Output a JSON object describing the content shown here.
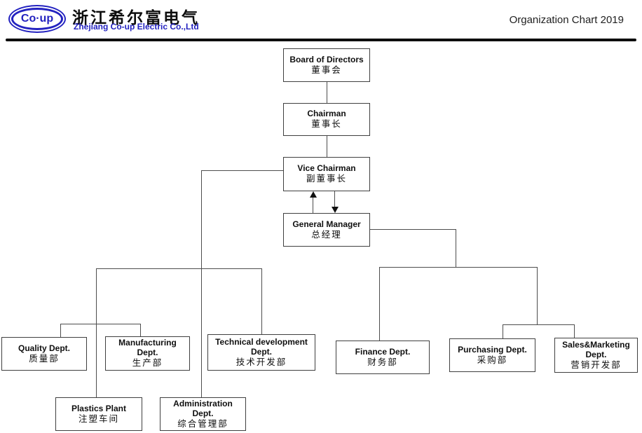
{
  "header": {
    "logo_text": "Co·up",
    "company_name_cn": "浙江希尔富电气",
    "company_name_en": "Zhejiang Co-up Electric Co.,Ltd",
    "page_title": "Organization Chart 2019"
  },
  "colors": {
    "brand_blue": "#2322c0",
    "connector_gray": "#4d4d4d",
    "box_border": "#3f3f3f",
    "divider_black": "#0d0d0d"
  },
  "chart": {
    "type": "org-chart",
    "nodes": [
      {
        "id": "board",
        "en": "Board of Directors",
        "cn": "董事会",
        "reports_to": null
      },
      {
        "id": "chairman",
        "en": "Chairman",
        "cn": "董事长",
        "reports_to": "board"
      },
      {
        "id": "vice_chairman",
        "en": "Vice Chairman",
        "cn": "副董事长",
        "reports_to": "chairman"
      },
      {
        "id": "general_manager",
        "en": "General Manager",
        "cn": "总经理",
        "reports_to": "vice_chairman",
        "two_way_arrow_with": "vice_chairman"
      },
      {
        "id": "quality",
        "en": "Quality Dept.",
        "cn": "质量部",
        "reports_to": "vice_chairman"
      },
      {
        "id": "manufacturing",
        "en": "Manufacturing Dept.",
        "cn": "生产部",
        "reports_to": "vice_chairman"
      },
      {
        "id": "technical",
        "en": "Technical development Dept.",
        "cn": "技术开发部",
        "reports_to": "vice_chairman"
      },
      {
        "id": "finance",
        "en": "Finance Dept.",
        "cn": "财务部",
        "reports_to": "general_manager"
      },
      {
        "id": "purchasing",
        "en": "Purchasing Dept.",
        "cn": "采购部",
        "reports_to": "general_manager"
      },
      {
        "id": "sales",
        "en": "Sales&Marketing Dept.",
        "cn": "营销开发部",
        "reports_to": "general_manager"
      },
      {
        "id": "plastics",
        "en": "Plastics Plant",
        "cn": "注塑车间",
        "reports_to": "vice_chairman"
      },
      {
        "id": "admin",
        "en": "Administration Dept.",
        "cn": "综合管理部",
        "reports_to": "vice_chairman"
      }
    ]
  }
}
